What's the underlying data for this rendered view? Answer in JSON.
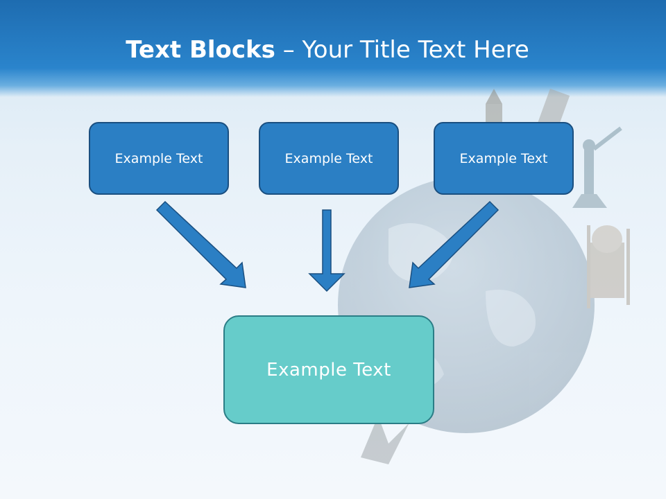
{
  "slide": {
    "title_bold": "Text Blocks",
    "title_dash": " – ",
    "title_rest": "Your Title Text Here"
  },
  "blocks": [
    {
      "label": "Example Text"
    },
    {
      "label": "Example Text"
    },
    {
      "label": "Example Text"
    }
  ],
  "target_block": {
    "label": "Example Text"
  },
  "colors": {
    "header": "#2a84cc",
    "block_fill": "#2b7fc4",
    "block_border": "#1a4f80",
    "target_fill": "#66ccca",
    "target_border": "#2b7d86",
    "arrow": "#2b7fc4"
  },
  "background_icons": [
    "globe-icon",
    "statue-of-liberty-icon",
    "taj-mahal-icon",
    "big-ben-icon"
  ]
}
